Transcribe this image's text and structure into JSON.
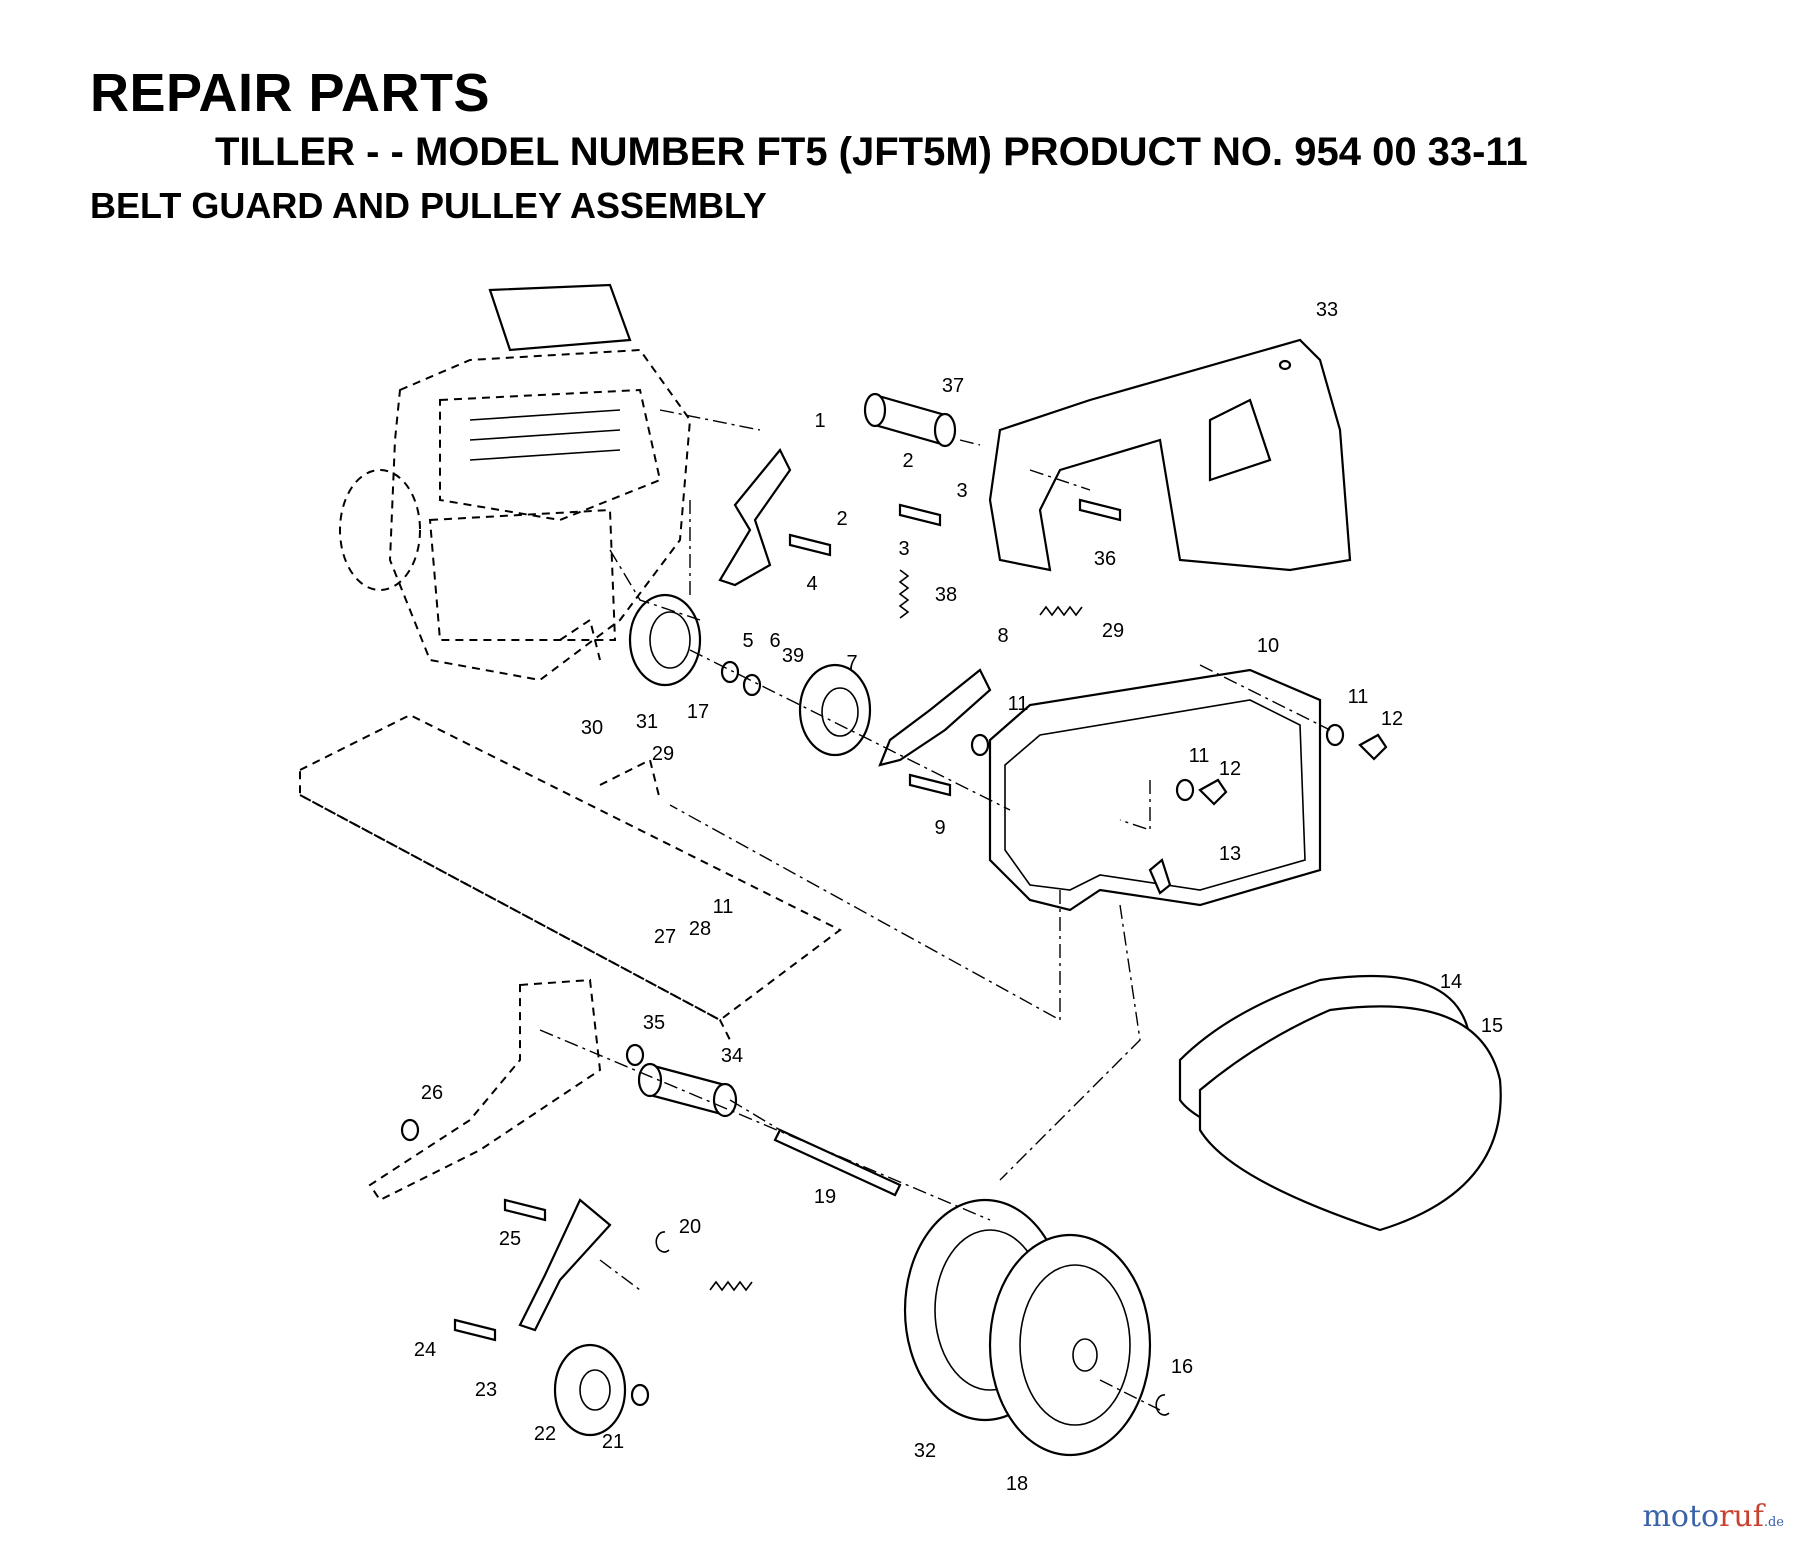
{
  "header": {
    "title": "REPAIR PARTS",
    "subtitle": "TILLER - - MODEL NUMBER FT5 (JFT5M) PRODUCT NO. 954 00 33-11",
    "section": "BELT GUARD AND PULLEY ASSEMBLY"
  },
  "callouts": [
    "1",
    "2",
    "2",
    "3",
    "3",
    "4",
    "5",
    "6",
    "7",
    "8",
    "9",
    "10",
    "11",
    "11",
    "11",
    "11",
    "12",
    "12",
    "13",
    "14",
    "15",
    "16",
    "17",
    "18",
    "19",
    "20",
    "21",
    "22",
    "23",
    "24",
    "25",
    "26",
    "27",
    "28",
    "29",
    "29",
    "30",
    "31",
    "32",
    "33",
    "34",
    "35",
    "36",
    "37",
    "38",
    "39"
  ],
  "watermark": {
    "brand_a": "moto",
    "brand_b": "ruf",
    "suffix": ".de"
  }
}
